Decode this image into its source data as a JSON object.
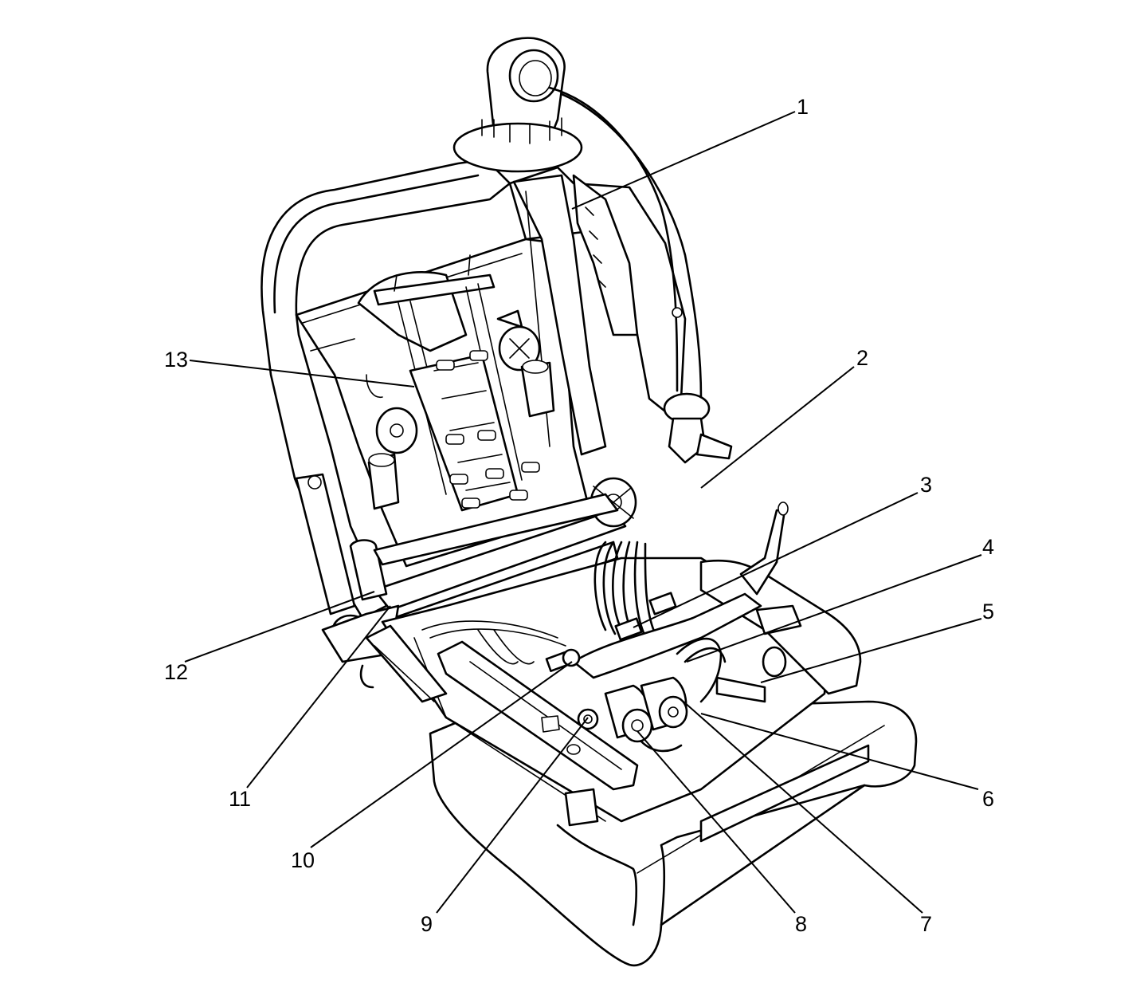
{
  "diagram": {
    "description_free": true,
    "callouts": [
      {
        "label": "1"
      },
      {
        "label": "2"
      },
      {
        "label": "3"
      },
      {
        "label": "4"
      },
      {
        "label": "5"
      },
      {
        "label": "6"
      },
      {
        "label": "7"
      },
      {
        "label": "8"
      },
      {
        "label": "9"
      },
      {
        "label": "10"
      },
      {
        "label": "11"
      },
      {
        "label": "12"
      },
      {
        "label": "13"
      }
    ]
  }
}
